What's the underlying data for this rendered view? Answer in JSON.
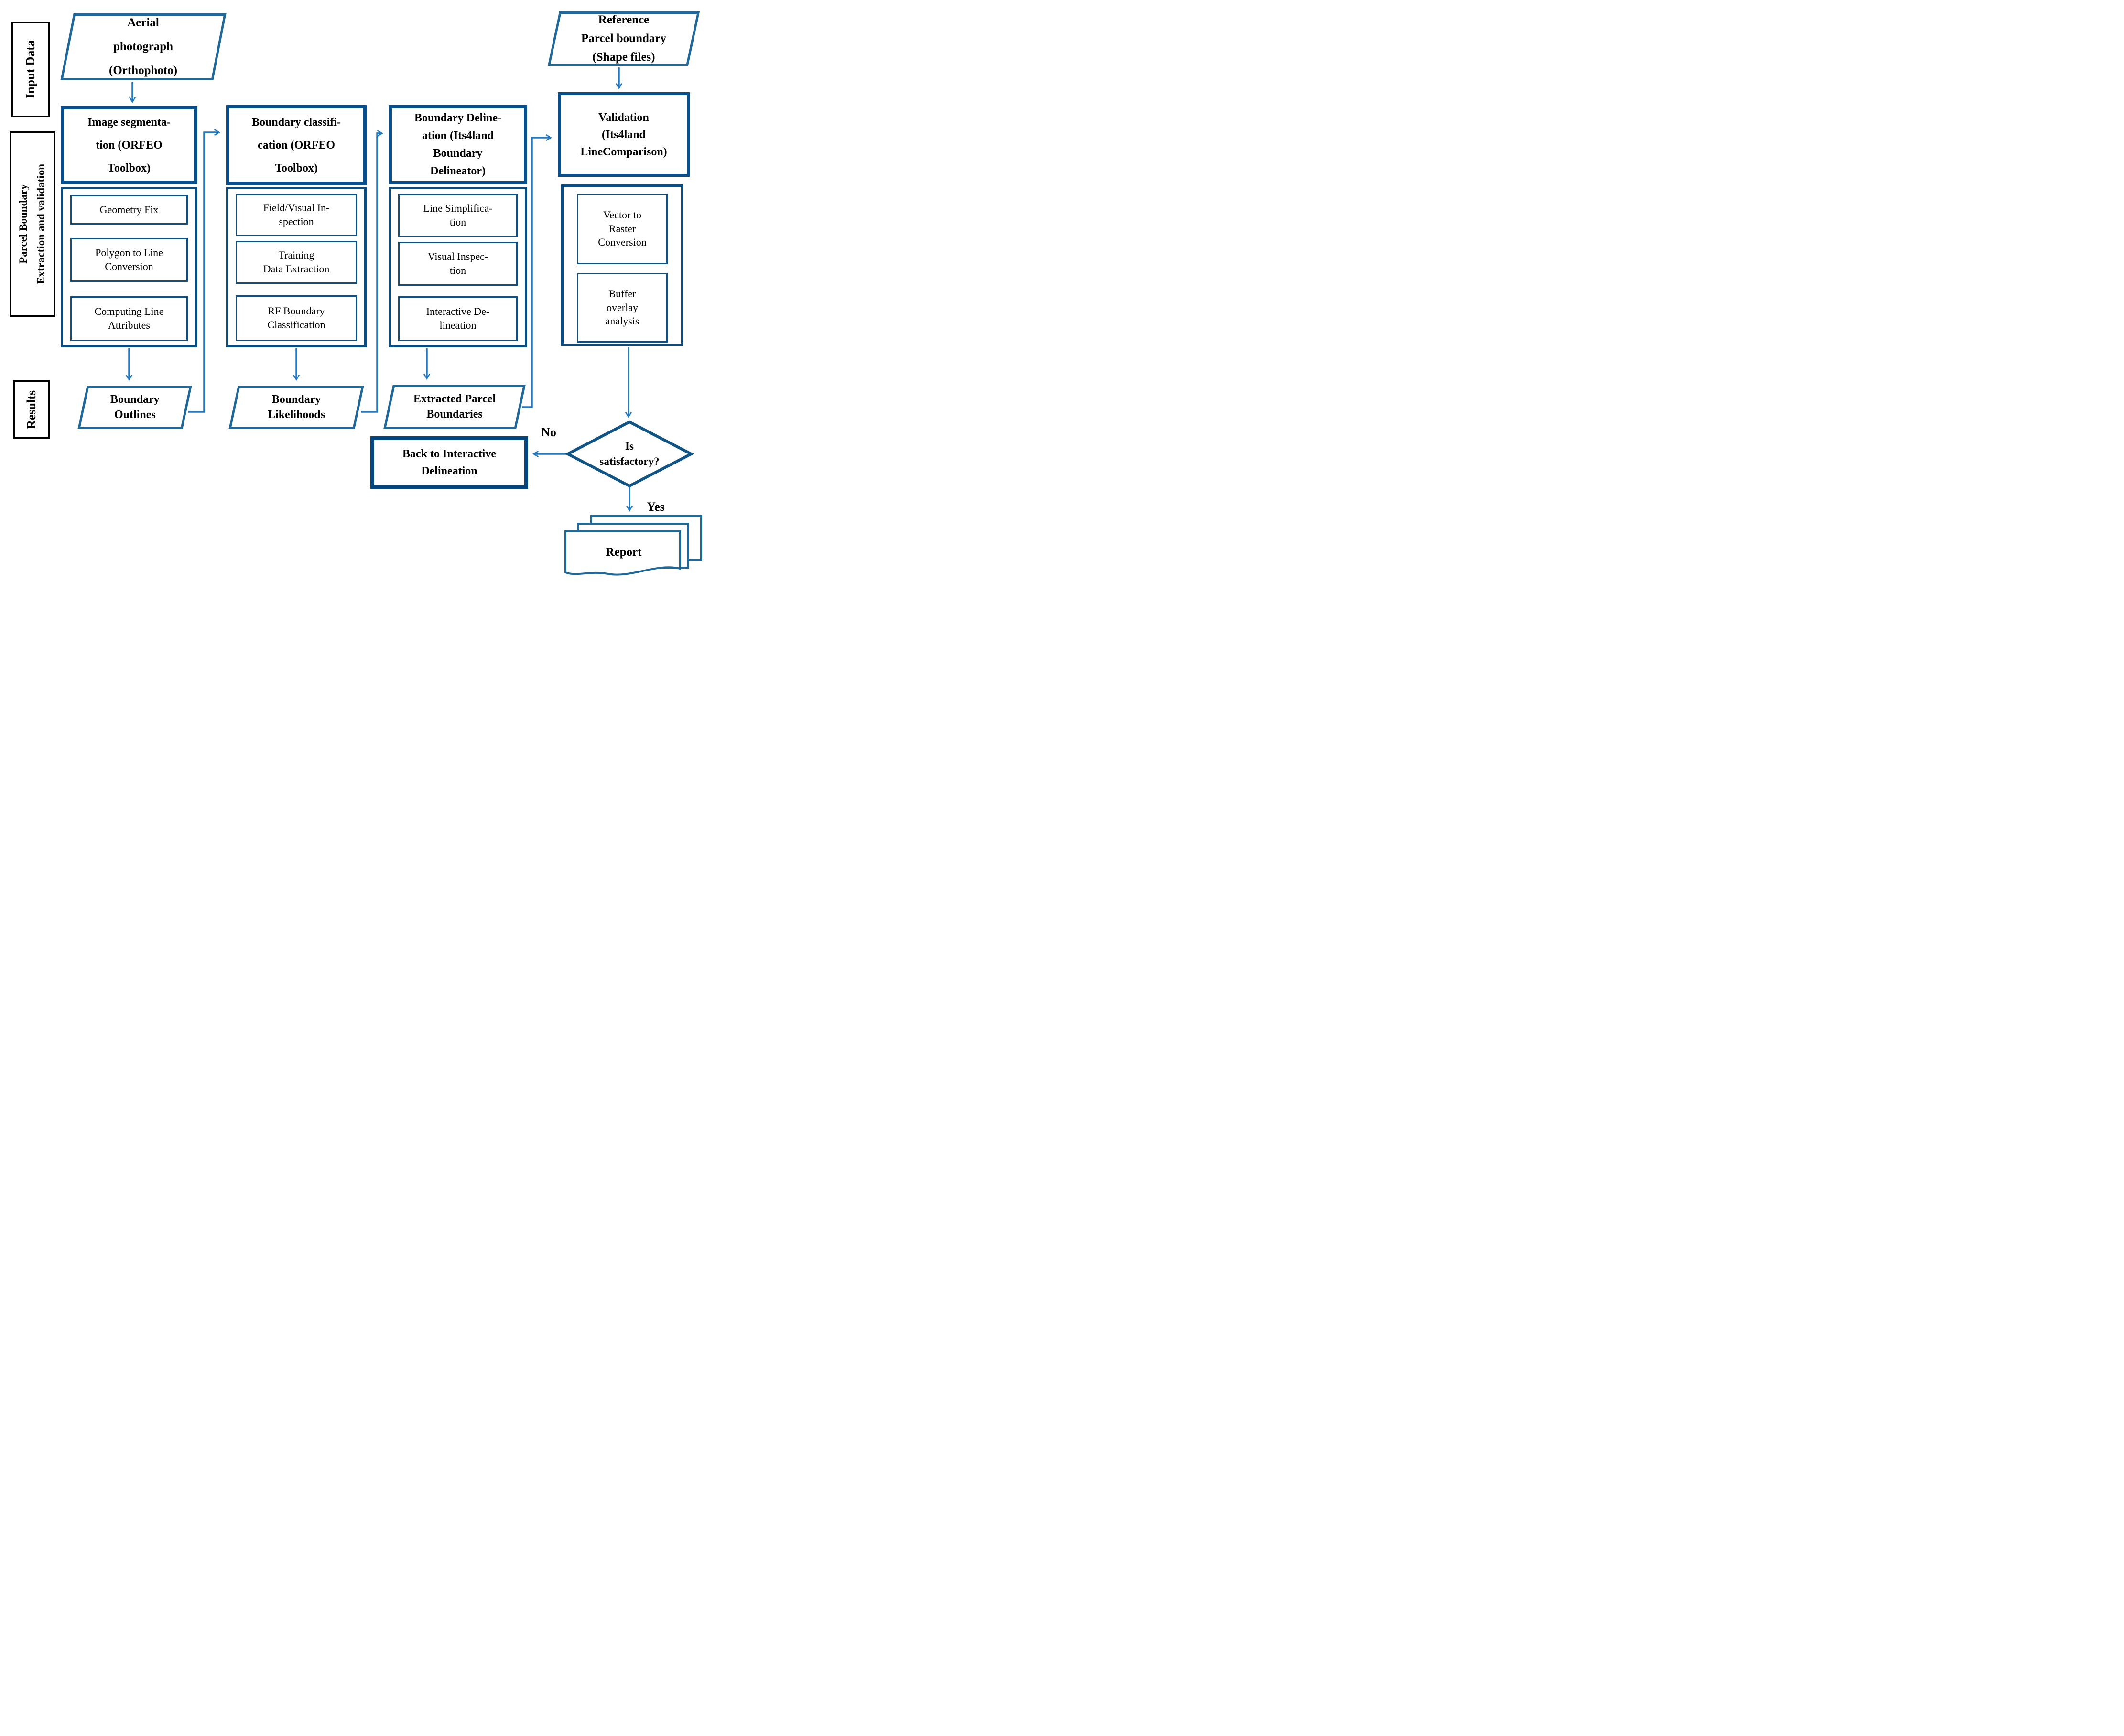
{
  "figure": {
    "side_labels": {
      "input_data": "Input Data",
      "extraction": "Parcel Boundary\nExtraction and validation",
      "results": "Results"
    },
    "inputs": {
      "aerial": "Aerial\nphotograph\n(Orthophoto)",
      "reference": "Reference\nParcel boundary\n(Shape files)"
    },
    "columns": [
      {
        "header": "Image segmenta-\ntion (ORFEO\nToolbox)",
        "steps": [
          "Geometry Fix",
          "Polygon to Line\nConversion",
          "Computing Line\nAttributes"
        ],
        "output": "Boundary\nOutlines"
      },
      {
        "header": "Boundary classifi-\ncation (ORFEO\nToolbox)",
        "steps": [
          "Field/Visual In-\nspection",
          "Training\nData Extraction",
          "RF Boundary\nClassification"
        ],
        "output": "Boundary\nLikelihoods"
      },
      {
        "header": "Boundary Deline-\nation (Its4land\nBoundary\nDelineator)",
        "steps": [
          "Line Simplifica-\ntion",
          "Visual Inspec-\ntion",
          "Interactive De-\nlineation"
        ],
        "output": "Extracted Parcel\nBoundaries"
      },
      {
        "header": "Validation\n(Its4land\nLineComparison)",
        "steps": [
          "Vector to\nRaster\nConversion",
          "Buffer\noverlay\nanalysis"
        ]
      }
    ],
    "decision": {
      "question": "Is\nsatisfactory?",
      "no": "No",
      "yes": "Yes"
    },
    "loopback": "Back to Interactive\nDelineation",
    "report": "Report",
    "colors": {
      "header_border": "#084f8c",
      "container_border": "#0b4d80",
      "step_border": "#124f7e",
      "parallelogram_border": "#1f6898",
      "diamond_border": "#0f5484",
      "arrow": "#2379bf",
      "side_label_border": "#000000",
      "text": "#000000"
    }
  }
}
